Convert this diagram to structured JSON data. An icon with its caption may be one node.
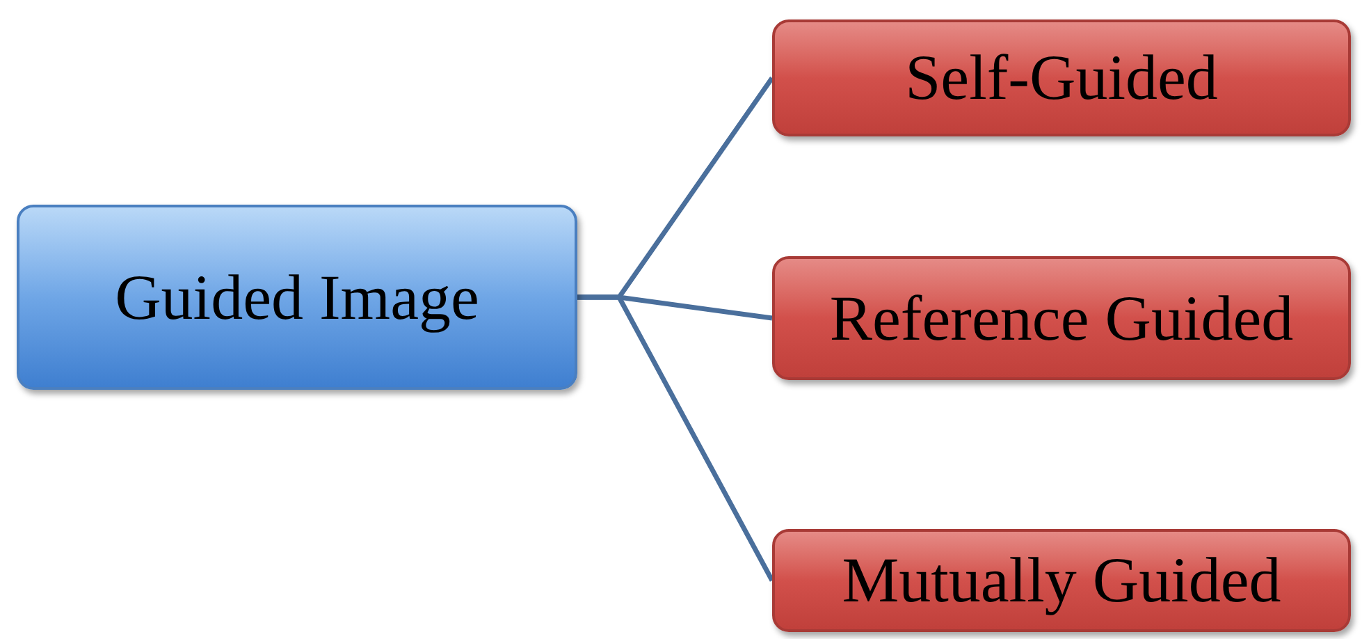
{
  "diagram": {
    "nodes": [
      {
        "text": [
          "Guided Image"
        ]
      },
      {
        "text": [
          "Self-Guided"
        ]
      },
      {
        "text": [
          "Reference Guided"
        ]
      },
      {
        "text": [
          "Mutually Guided"
        ]
      }
    ],
    "edges": [
      {
        "from": 0,
        "to": 1,
        "arrow": "none"
      },
      {
        "from": 0,
        "to": 2,
        "arrow": "none"
      },
      {
        "from": 0,
        "to": 3,
        "arrow": "none"
      }
    ]
  }
}
